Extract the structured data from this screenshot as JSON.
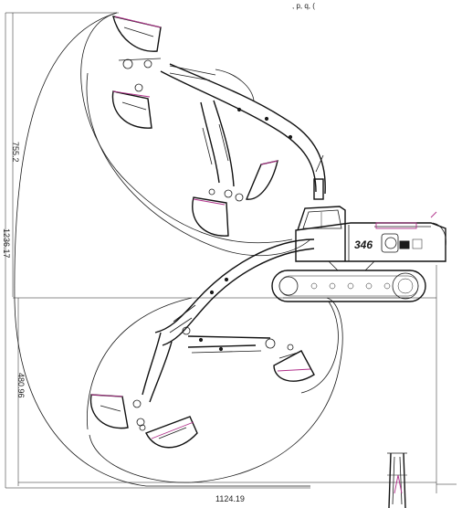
{
  "dimensions": {
    "upper_height": "755.2",
    "total_height": "1236.17",
    "lower_depth": "480.96",
    "reach_width": "1124.19"
  },
  "model_badge": "346",
  "header_fragment": ", p, q, ("
}
